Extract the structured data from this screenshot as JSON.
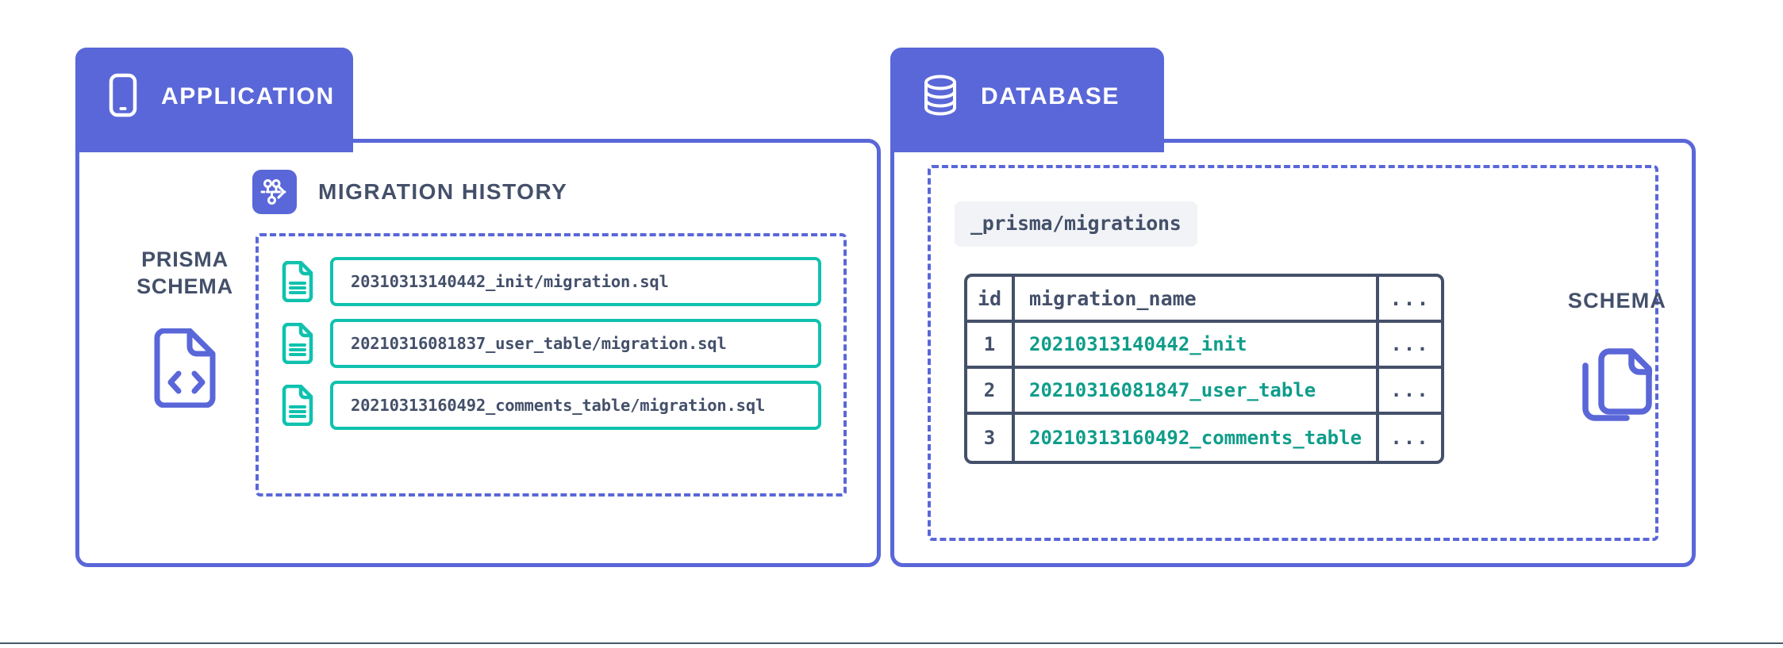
{
  "theme": {
    "purple": "#5a67d8",
    "teal_border": "#0fc2ae",
    "teal_text": "#0f9d8a",
    "slate": "#44506a",
    "chip_bg": "#f1f3f6",
    "rule": "#44596b"
  },
  "panels": {
    "application": {
      "tab_label": "APPLICATION",
      "tab_icon": "mobile-phone-icon",
      "prisma_schema": {
        "line1": "PRISMA",
        "line2": "SCHEMA",
        "icon": "file-code-icon"
      },
      "migration_history": {
        "title": "MIGRATION HISTORY",
        "badge_icon": "git-branch-arrow-icon",
        "files": [
          {
            "icon": "file-lines-icon",
            "name": "20310313140442_init/migration.sql"
          },
          {
            "icon": "file-lines-icon",
            "name": "20210316081837_user_table/migration.sql"
          },
          {
            "icon": "file-lines-icon",
            "name": "20210313160492_comments_table/migration.sql"
          }
        ]
      }
    },
    "database": {
      "tab_label": "DATABASE",
      "tab_icon": "database-cylinder-icon",
      "path_chip": "_prisma/migrations",
      "table": {
        "headers": {
          "id": "id",
          "migration_name": "migration_name",
          "more": "..."
        },
        "rows": [
          {
            "id": "1",
            "migration_name": "20210313140442_init",
            "more": "..."
          },
          {
            "id": "2",
            "migration_name": "20210316081847_user_table",
            "more": "..."
          },
          {
            "id": "3",
            "migration_name": "20210313160492_comments_table",
            "more": "..."
          }
        ]
      },
      "schema": {
        "label": "SCHEMA",
        "icon": "file-copy-icon"
      }
    }
  }
}
